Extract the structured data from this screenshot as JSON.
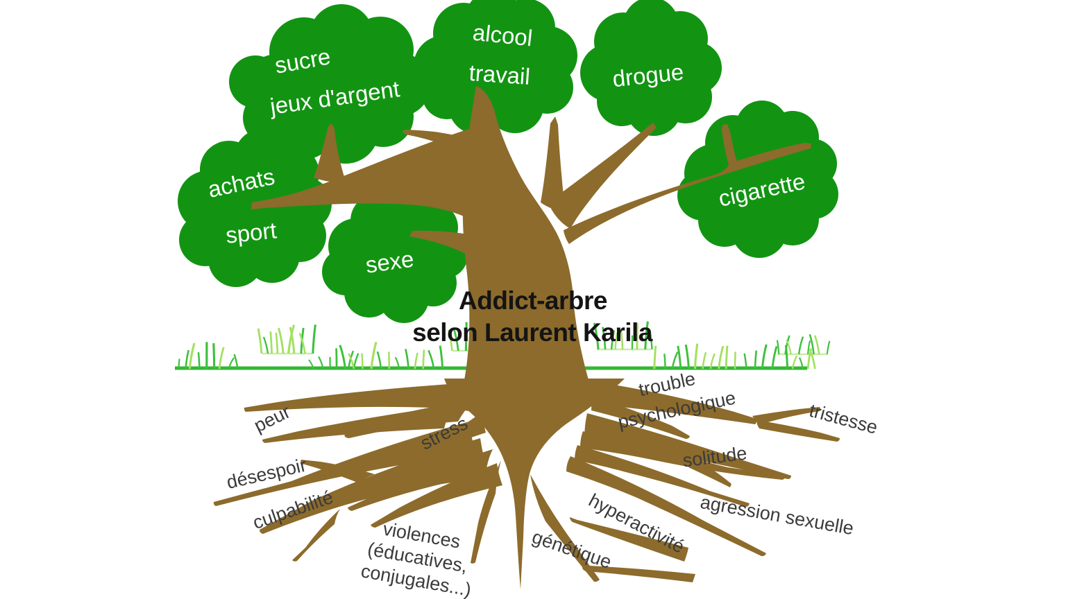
{
  "title": {
    "line1": "Addict-arbre",
    "line2": "selon Laurent Karila"
  },
  "crown_labels": {
    "sucre": "sucre",
    "jeux_argent": "jeux d'argent",
    "alcool": "alcool",
    "travail": "travail",
    "drogue": "drogue",
    "achats": "achats",
    "sport": "sport",
    "sexe": "sexe",
    "cigarette": "cigarette"
  },
  "root_labels": {
    "peur": "peur",
    "stress": "stress",
    "trouble_psychologique": {
      "line1": "trouble",
      "line2": "psychologique"
    },
    "tristesse": "tristesse",
    "solitude": "solitude",
    "desespoir": "désespoir",
    "culpabilite": "culpabilité",
    "hyperactivite": "hyperactivité",
    "agression_sexuelle": "agression sexuelle",
    "violences": {
      "line1": "violences",
      "line2": "(éducatives,",
      "line3": "conjugales...)"
    },
    "genetique": "génétique"
  },
  "colors": {
    "background": "#ffffff",
    "foliage": "#129412",
    "trunk": "#8c6b2c",
    "grass_line": "#33b733",
    "grass_blade_dark": "#3cc13c",
    "grass_blade_light": "#a3e060",
    "grass_segment": "#c9eda5",
    "crown_label": "#ffffff",
    "root_label": "#3b3b3b",
    "title": "#141414"
  }
}
